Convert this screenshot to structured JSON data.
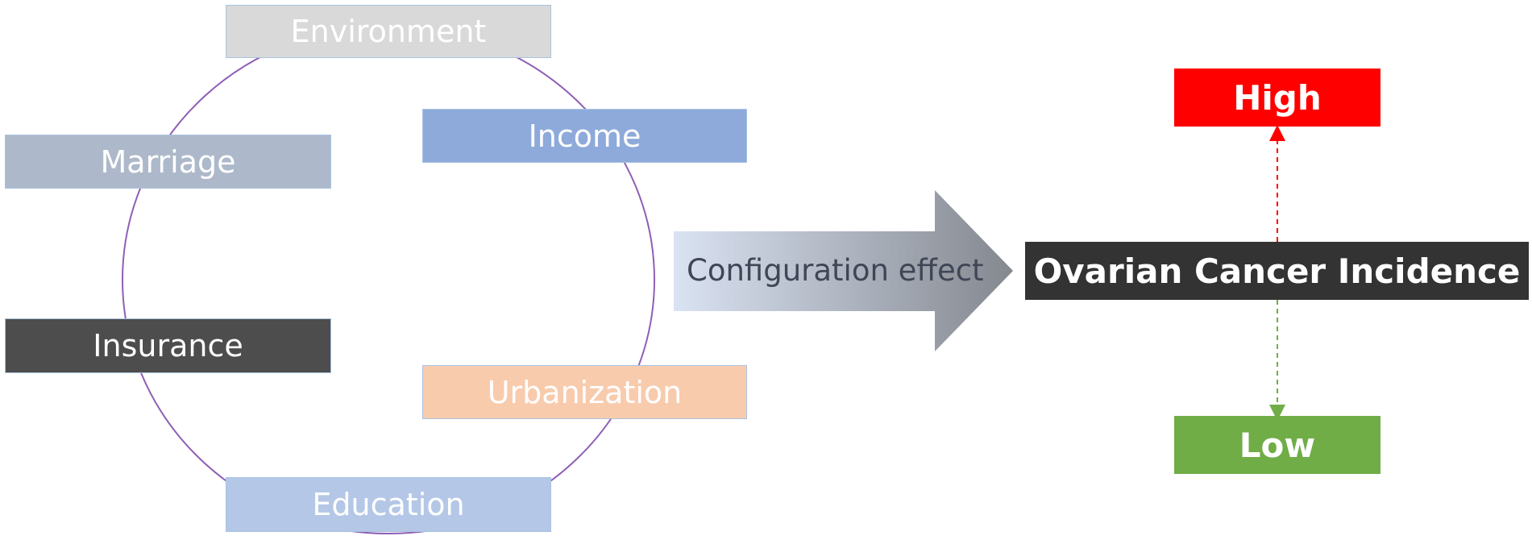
{
  "factors": {
    "environment": {
      "label": "Environment",
      "color": "#d9d9d9"
    },
    "income": {
      "label": "Income",
      "color": "#8eaadb"
    },
    "marriage": {
      "label": "Marriage",
      "color": "#adb9ca"
    },
    "insurance": {
      "label": "Insurance",
      "color": "#4d4d4d"
    },
    "urbanization": {
      "label": "Urbanization",
      "color": "#f8cbad"
    },
    "education": {
      "label": "Education",
      "color": "#b4c7e7"
    }
  },
  "arrow": {
    "label": "Configuration effect",
    "gradient_start": "#dae3f3",
    "gradient_end": "#84888f"
  },
  "outcome": {
    "label": "Ovarian Cancer Incidence",
    "color": "#333333",
    "high": {
      "label": "High",
      "color": "#ff0000"
    },
    "low": {
      "label": "Low",
      "color": "#70ad47"
    }
  },
  "cycle_color": "#8e5fb6"
}
